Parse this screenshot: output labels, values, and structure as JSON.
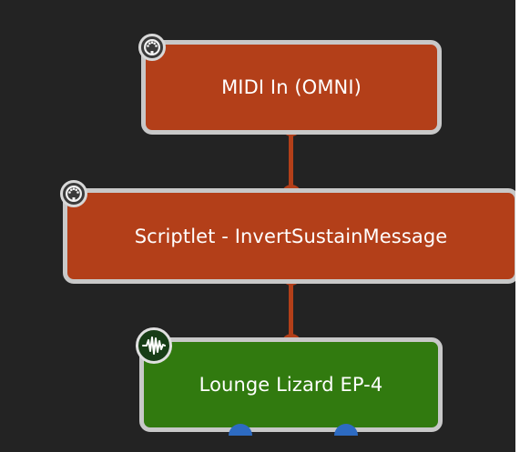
{
  "graph": {
    "nodes": [
      {
        "id": "midi-in",
        "label": "MIDI In (OMNI)",
        "kind": "midi",
        "icon": "midi-din-icon"
      },
      {
        "id": "scriptlet",
        "label": "Scriptlet - InvertSustainMessage",
        "kind": "midi",
        "icon": "midi-din-icon"
      },
      {
        "id": "lounge-lizard",
        "label": "Lounge Lizard EP-4",
        "kind": "plugin",
        "icon": "audio-waveform-icon"
      }
    ],
    "connections": [
      {
        "from": "MIDI In (OMNI)",
        "to": "Scriptlet - InvertSustainMessage",
        "type": "midi"
      },
      {
        "from": "Scriptlet - InvertSustainMessage",
        "to": "Lounge Lizard EP-4",
        "type": "midi"
      }
    ]
  },
  "colors": {
    "background": "#232323",
    "midi_node": "#b33f19",
    "plugin_node": "#317a0f",
    "node_border": "#c8c8c8",
    "audio_port": "#2d6bc2"
  }
}
